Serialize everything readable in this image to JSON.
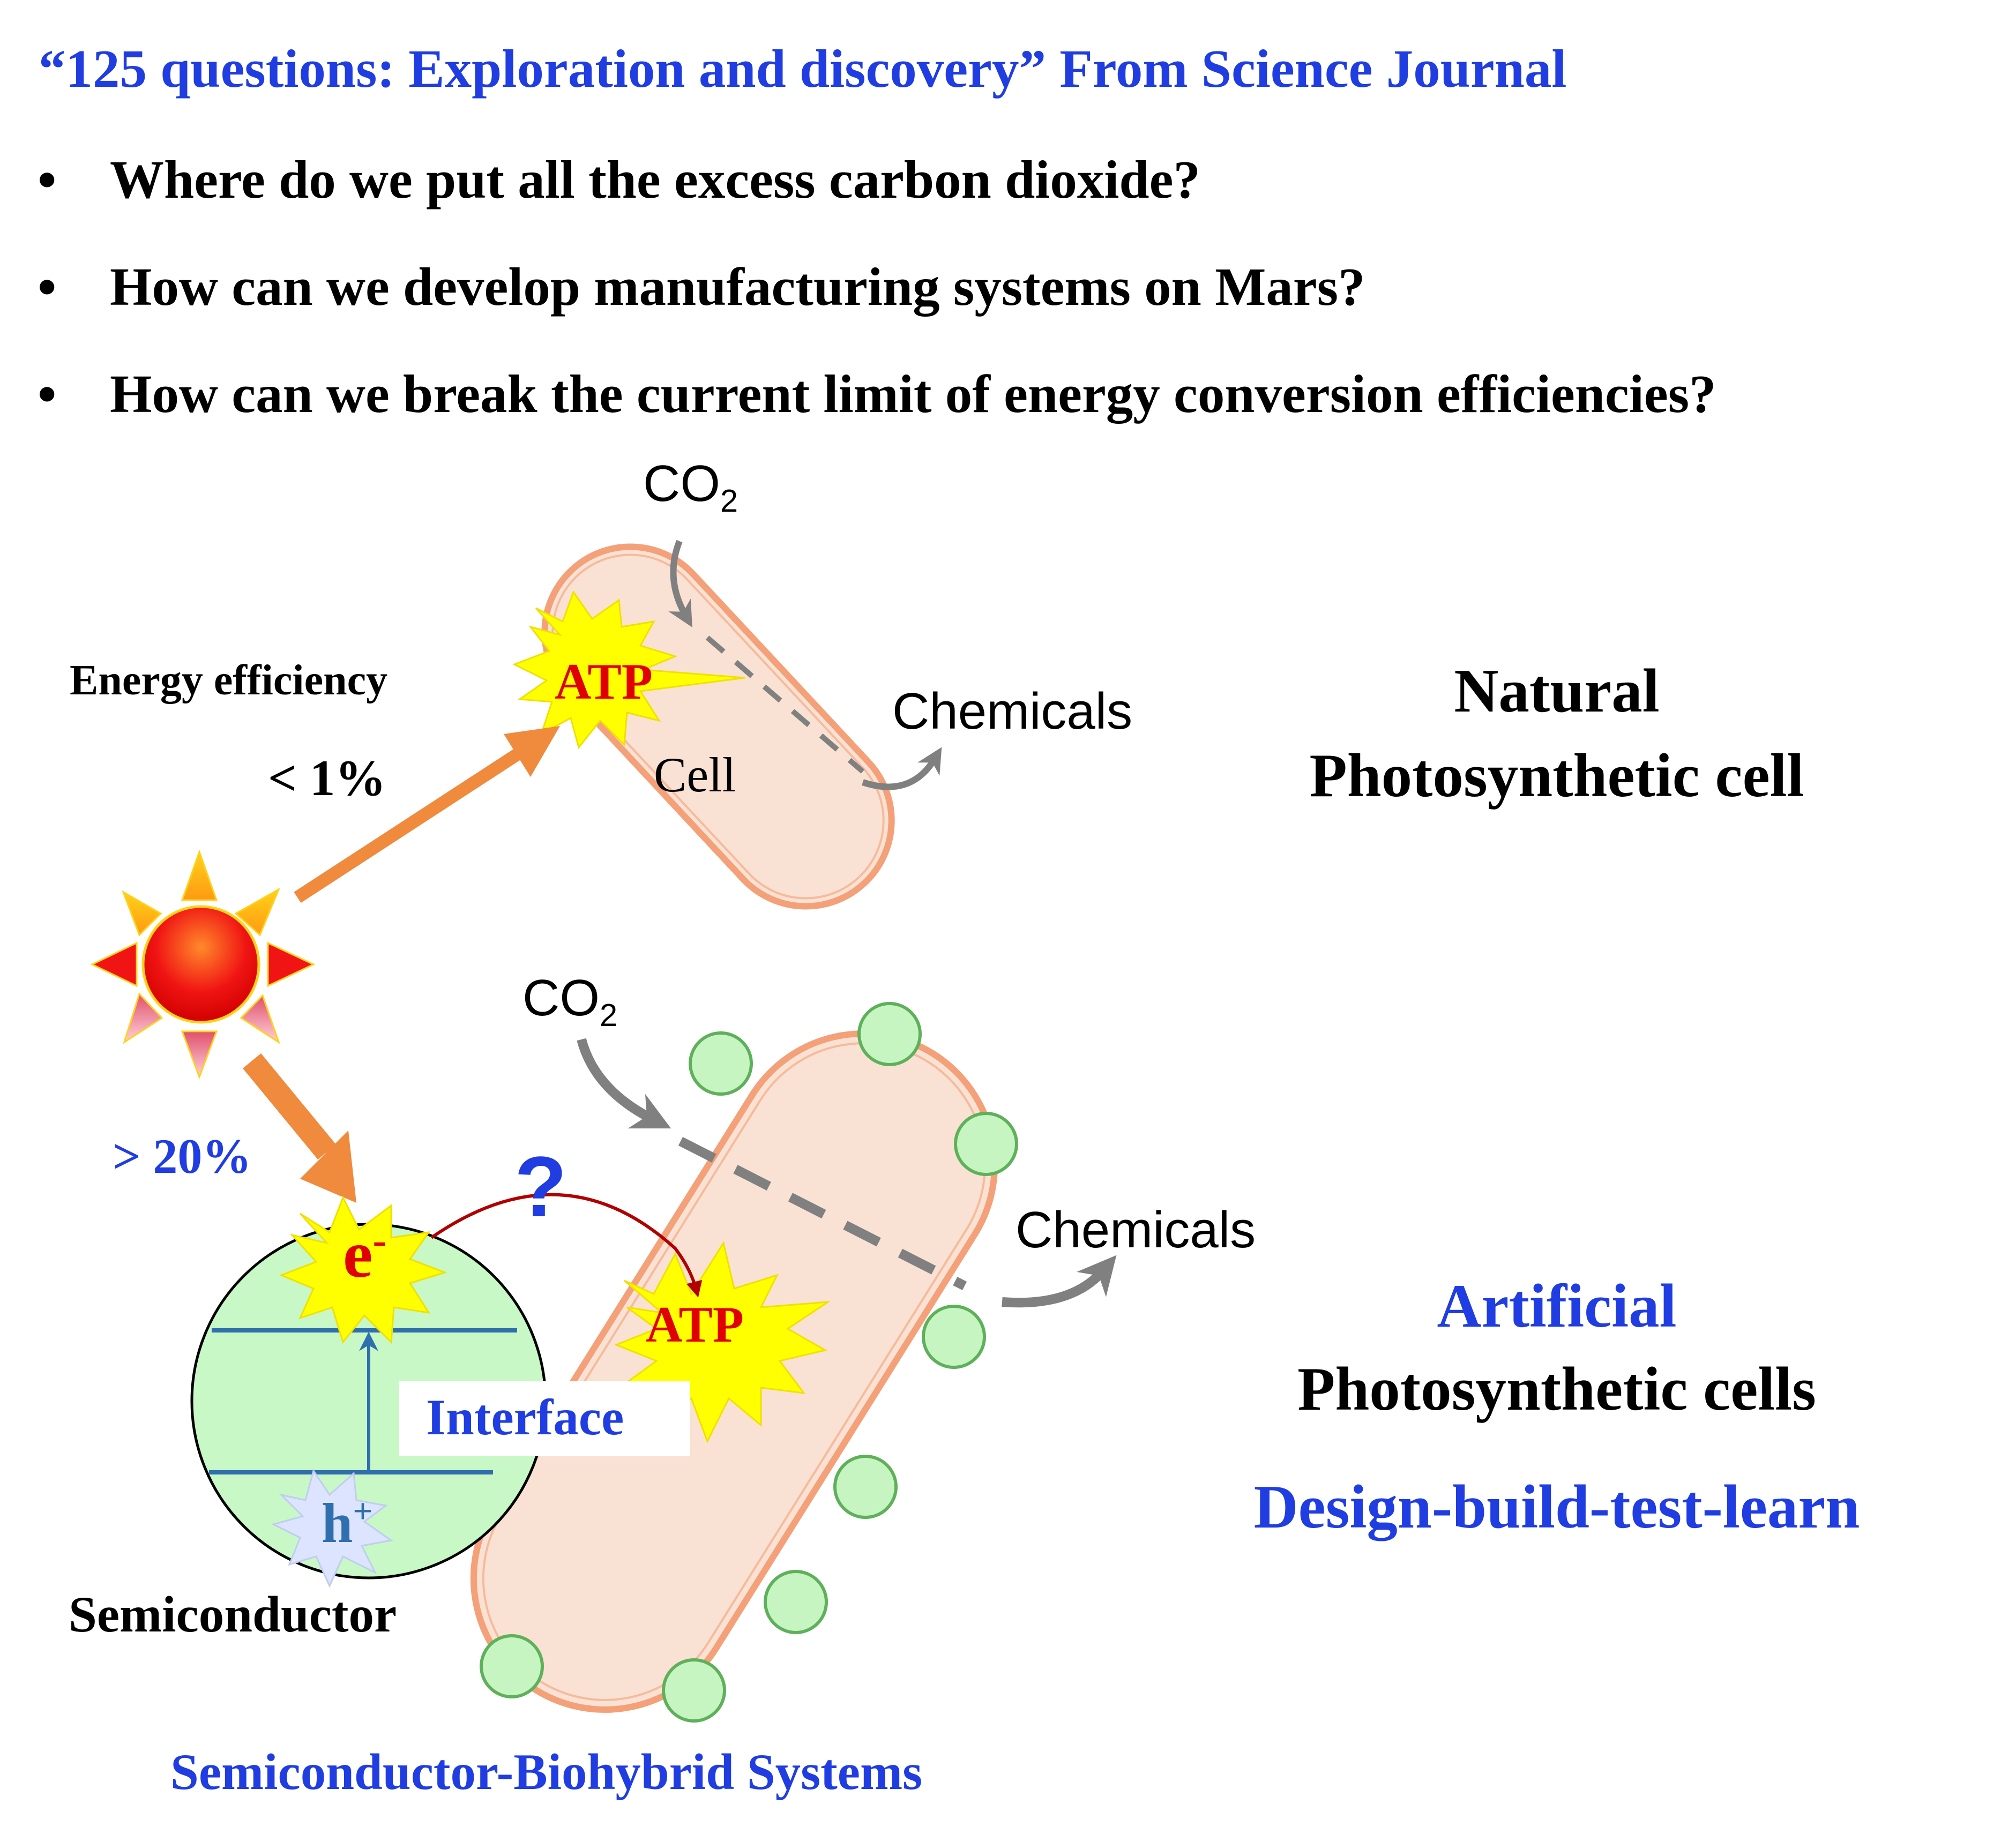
{
  "header": {
    "title": "“125 questions: Exploration and discovery” From Science Journal",
    "questions": [
      "Where do we put all the excess carbon dioxide?",
      "How can we develop manufacturing systems on Mars?",
      "How can we break the current limit of energy conversion efficiencies?"
    ],
    "bullet": "•"
  },
  "natural": {
    "co2_main": "CO",
    "co2_sub": "2",
    "atp": "ATP",
    "cell": "Cell",
    "chemicals": "Chemicals",
    "efficiency_label": "Energy efficiency",
    "efficiency_value": "< 1%",
    "title_line1": "Natural",
    "title_line2": "Photosynthetic cell"
  },
  "artificial": {
    "efficiency_value": "> 20%",
    "co2_main": "CO",
    "co2_sub": "2",
    "electron_main": "e",
    "electron_sup": "-",
    "hole_main": "h",
    "hole_sup": "+",
    "question_mark": "?",
    "atp": "ATP",
    "interface": "Interface",
    "chemicals": "Chemicals",
    "semiconductor": "Semiconductor",
    "system_caption": "Semiconductor-Biohybrid Systems",
    "title_line1": "Artificial",
    "title_line2": "Photosynthetic cells",
    "title_line3": "Design-build-test-learn"
  },
  "colors": {
    "title_blue": "#1f3de0",
    "atp_red": "#e00000",
    "starburst_yellow": "#ffff00",
    "cell_fill": "#f9e2d3",
    "cell_outline": "#f4a078",
    "sun_orange": "#f08a3c",
    "bead_green": "#c7f5c2",
    "bead_outline": "#5fb05a",
    "semiconductor_fill": "#c7f8c6",
    "band_blue": "#2f6fae",
    "arrow_grey": "#808080"
  }
}
